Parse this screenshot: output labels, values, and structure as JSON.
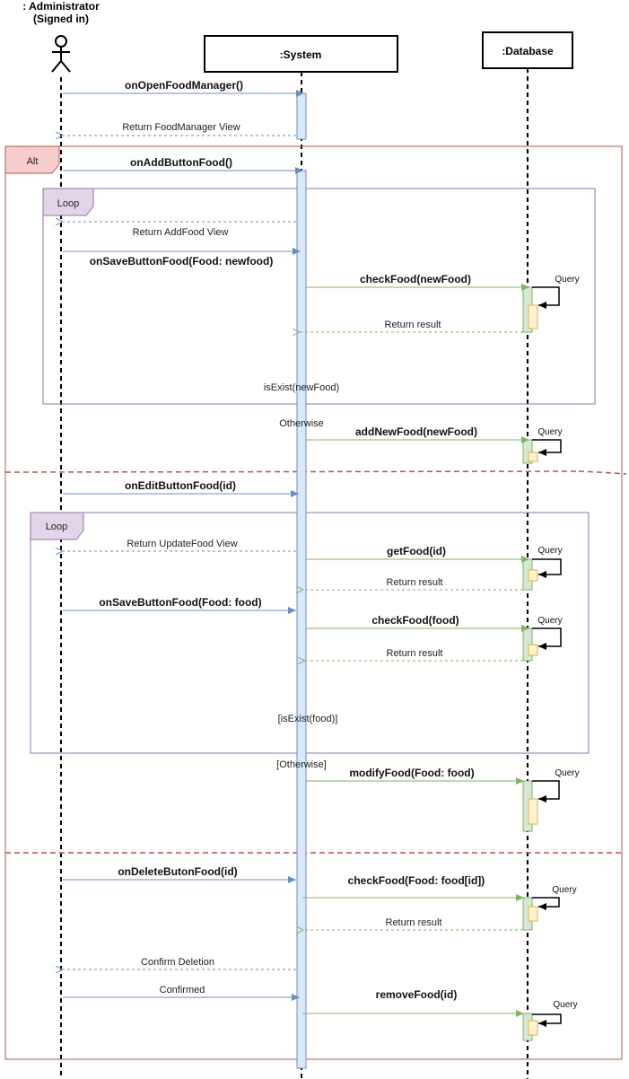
{
  "participants": {
    "actor": {
      "name_line1": ": Administrator",
      "name_line2": "(Signed in)"
    },
    "system": {
      "name": ":System"
    },
    "database": {
      "name": ":Database"
    }
  },
  "fragments": {
    "alt": {
      "label": "Alt"
    },
    "loop1": {
      "label": "Loop"
    },
    "loop2": {
      "label": "Loop"
    }
  },
  "guards": {
    "is_exist_newfood": "isExist(newFood)",
    "otherwise1": "Otherwise",
    "is_exist_food": "[isExist(food)]",
    "otherwise2": "[Otherwise]"
  },
  "messages": {
    "m1": "onOpenFoodManager()",
    "m2": "Return FoodManager View",
    "m3": "onAddButtonFood()",
    "m4": "Return AddFood View",
    "m5": "onSaveButtonFood(Food: newfood)",
    "m6": "checkFood(newFood)",
    "m7": "Return result",
    "m8": "addNewFood(newFood)",
    "m9": "onEditButtonFood(id)",
    "m10": "Return UpdateFood View",
    "m11": "getFood(id)",
    "m12": "Return result",
    "m13": "onSaveButtonFood(Food: food)",
    "m14": "checkFood(food)",
    "m15": "Return result",
    "m16": "modifyFood(Food: food)",
    "m17": "onDeleteButonFood(id)",
    "m18": "checkFood(Food: food[id])",
    "m19": "Return result",
    "m20": "Confirm Deletion",
    "m21": "Confirmed",
    "m22": "removeFood(id)"
  },
  "self_calls": {
    "q1": "Query",
    "q2": "Query",
    "q3": "Query",
    "q4": "Query",
    "q5": "Query",
    "q6": "Query",
    "q7": "Query"
  },
  "colors": {
    "call_arrow": "#6c8ebf",
    "db_arrow": "#82b366",
    "alt_border": "#b85450",
    "alt_fill": "#f8cecc",
    "loop_border": "#9673a6",
    "loop_fill": "#e1d5e7",
    "activation_system": "#dae8fc",
    "activation_db": "#d5e8d4",
    "activation_inner": "#fff2cc"
  }
}
